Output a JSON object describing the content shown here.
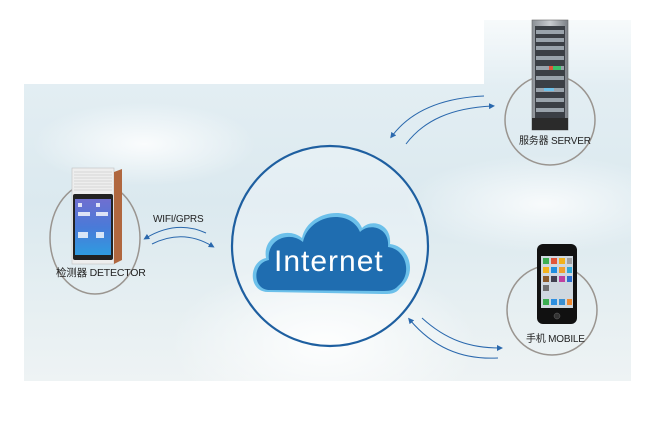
{
  "diagram": {
    "center": {
      "label": "Internet",
      "shape": "cloud"
    },
    "nodes": [
      {
        "id": "detector",
        "label": "检测器 DETECTOR",
        "icon": "detector-device-icon"
      },
      {
        "id": "server",
        "label": "服务器 SERVER",
        "icon": "server-rack-icon"
      },
      {
        "id": "mobile",
        "label": "手机 MOBILE",
        "icon": "smartphone-icon"
      }
    ],
    "links": [
      {
        "from": "detector",
        "to": "center",
        "label": "WIFI/GPRS",
        "bidirectional": true
      },
      {
        "from": "server",
        "to": "center",
        "label": "",
        "bidirectional": true
      },
      {
        "from": "mobile",
        "to": "center",
        "label": "",
        "bidirectional": true
      }
    ]
  },
  "colors": {
    "ring": "#1e5fa0",
    "cloud": "#1f6db0",
    "cloud_glow": "#6cc0ea",
    "arrow": "#2a68ad",
    "node_ring": "#9a9590",
    "detector_wood": "#b0673f"
  }
}
